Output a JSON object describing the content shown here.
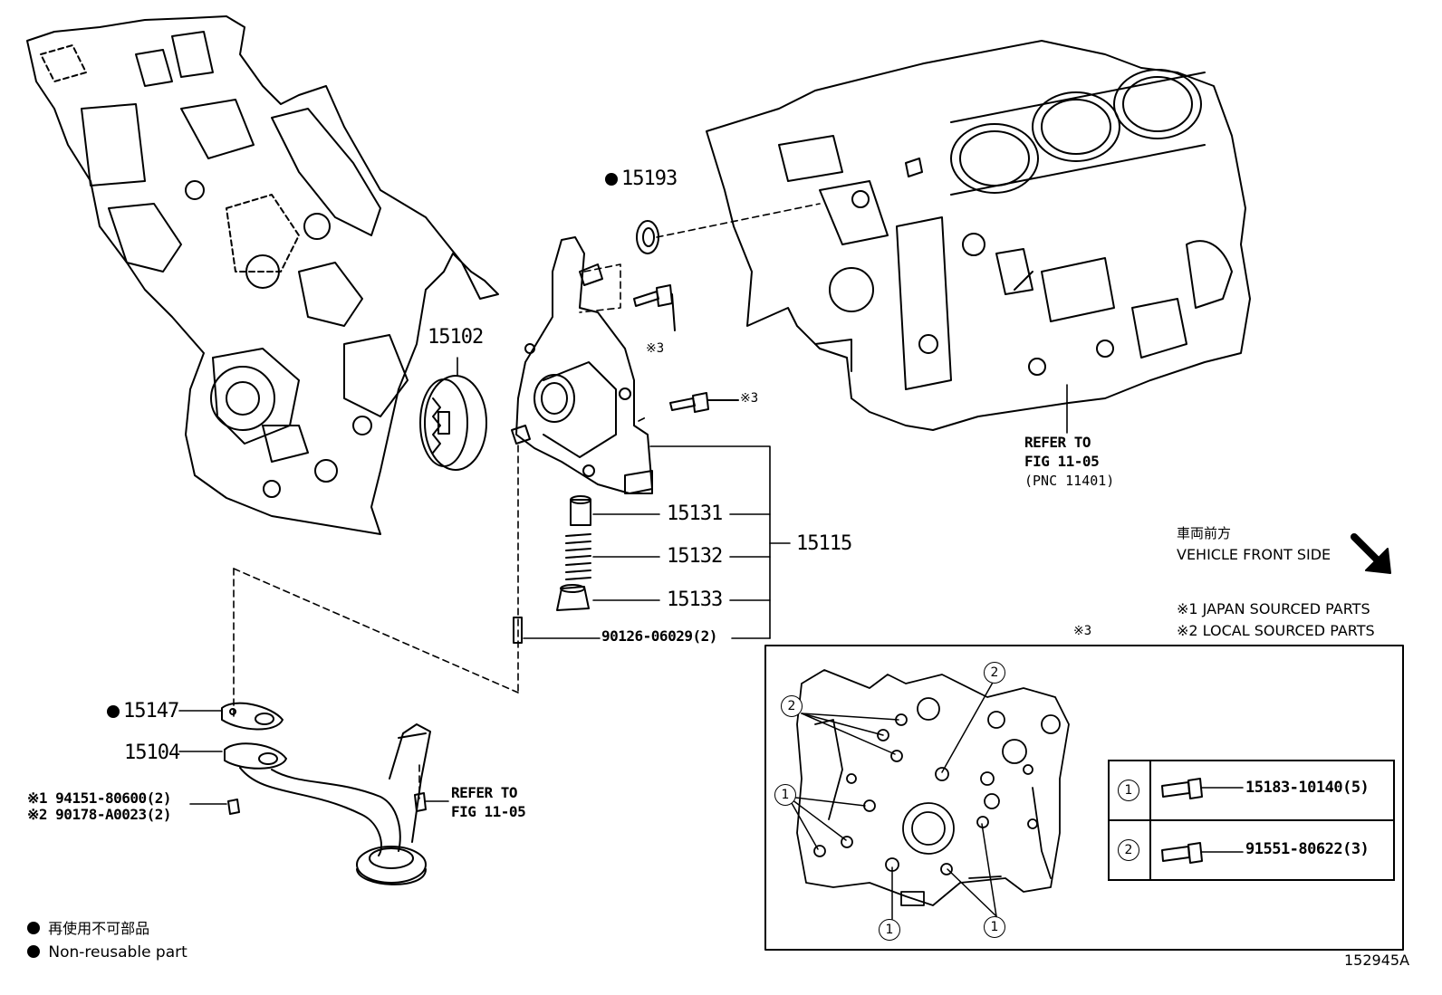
{
  "parts": {
    "p15193": "15193",
    "p15102": "15102",
    "p15131": "15131",
    "p15132": "15132",
    "p15133": "15133",
    "p15115": "15115",
    "p90126": "90126-06029(2)",
    "p15147": "15147",
    "p15104": "15104",
    "p94151": "※1 94151-80600(2)",
    "p90178": "※2 90178-A0023(2)"
  },
  "refs": {
    "ref_block_line1": "REFER TO",
    "ref_block_line2": "FIG 11-05",
    "ref_block_line3": "(PNC 11401)",
    "ref_strainer_line1": "REFER TO",
    "ref_strainer_line2": "FIG 11-05"
  },
  "bolt_marks": {
    "m1": "※3",
    "m2": "※3",
    "detail_title": "※3"
  },
  "orientation": {
    "jp": "車両前方",
    "en": "VEHICLE FRONT SIDE"
  },
  "notes": {
    "japan": "※1 JAPAN SOURCED PARTS",
    "local": "※2 LOCAL SOURCED PARTS"
  },
  "detail": {
    "callout_1": "1",
    "callout_2": "2",
    "row1_num": "1",
    "row1_part": "15183-10140(5)",
    "row2_num": "2",
    "row2_part": "91551-80622(3)"
  },
  "legend": {
    "jp": "再使用不可部品",
    "en": "Non-reusable part"
  },
  "figure_id": "152945A"
}
